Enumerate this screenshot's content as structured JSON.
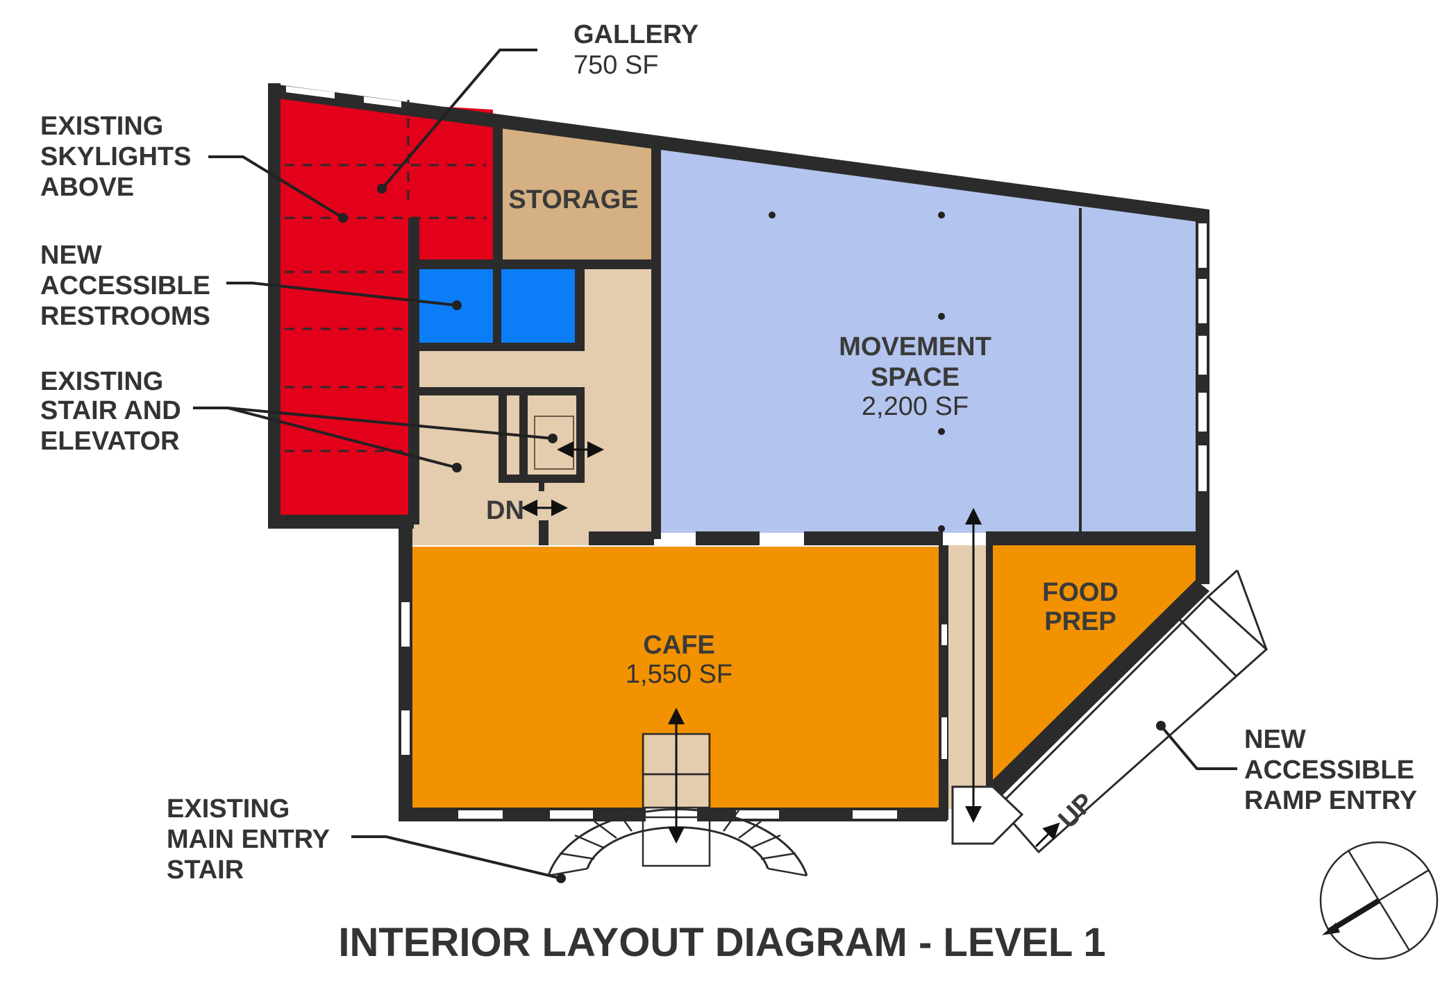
{
  "diagram": {
    "title": "INTERIOR LAYOUT DIAGRAM - LEVEL 1",
    "rooms": {
      "gallery": {
        "name": "GALLERY",
        "area": "750 SF"
      },
      "storage": {
        "name": "STORAGE"
      },
      "movement": {
        "name_line1": "MOVEMENT",
        "name_line2": "SPACE",
        "area": "2,200 SF"
      },
      "cafe": {
        "name": "CAFE",
        "area": "1,550 SF"
      },
      "food_prep": {
        "name_line1": "FOOD",
        "name_line2": "PREP"
      }
    },
    "callouts": {
      "skylights": [
        "EXISTING",
        "SKYLIGHTS",
        "ABOVE"
      ],
      "restrooms": [
        "NEW",
        "ACCESSIBLE",
        "RESTROOMS"
      ],
      "stair_elevator": [
        "EXISTING",
        "STAIR AND",
        "ELEVATOR"
      ],
      "main_entry": [
        "EXISTING",
        "MAIN ENTRY",
        "STAIR"
      ],
      "ramp": [
        "NEW",
        "ACCESSIBLE",
        "RAMP ENTRY"
      ]
    },
    "markers": {
      "down": "DN",
      "up": "UP"
    },
    "colors": {
      "gallery": "#e2001a",
      "restroom": "#0a7df7",
      "storage": "#d5b083",
      "circulation": "#e4ccae",
      "movement": "#b3c4ee",
      "cafe": "#f29200",
      "wall": "#2b2b2b"
    },
    "icons": {
      "north_arrow": "north-arrow-icon"
    }
  }
}
